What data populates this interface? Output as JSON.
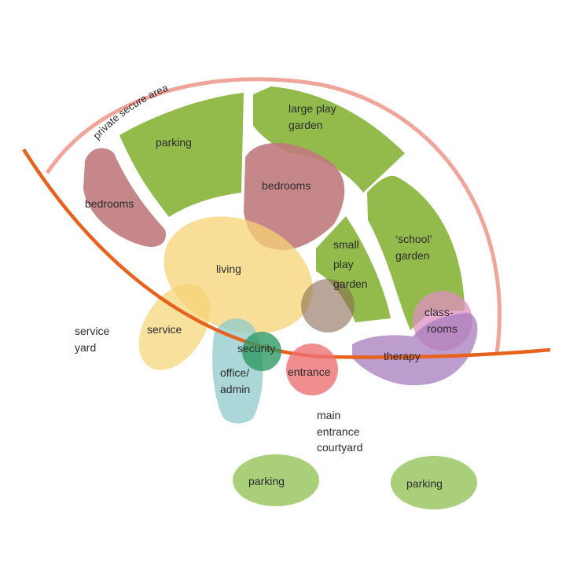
{
  "title": "private secure area",
  "colors": {
    "boundary": "#f0a59a",
    "line": "#e8621e",
    "green": "#93bb4c",
    "bedroom": "#c07a7d",
    "living": "#f5d374",
    "purple": "#a77cbd",
    "pink": "#dd8fc0",
    "teal": "#8fc9cc",
    "dark_green": "#2f9a63",
    "red": "#ec7073",
    "brown": "#8a6a55",
    "light_green": "#a9cf7b"
  },
  "zones": {
    "parking_top": "parking",
    "large_play_garden": [
      "large play",
      "garden"
    ],
    "bedrooms_left": "bedrooms",
    "bedrooms_center": "bedrooms",
    "living": "living",
    "small_play_garden": [
      "small",
      "play",
      "garden"
    ],
    "school_garden": [
      "‘school’",
      "garden"
    ],
    "classrooms": [
      "class-",
      "rooms"
    ],
    "therapy": "therapy",
    "service": "service",
    "service_yard": [
      "service",
      "yard"
    ],
    "security": "security",
    "office_admin": [
      "office/",
      "admin"
    ],
    "entrance": "entrance",
    "main_entrance_courtyard": [
      "main",
      "entrance",
      "courtyard"
    ],
    "parking_bottom_left": "parking",
    "parking_bottom_right": "parking"
  }
}
